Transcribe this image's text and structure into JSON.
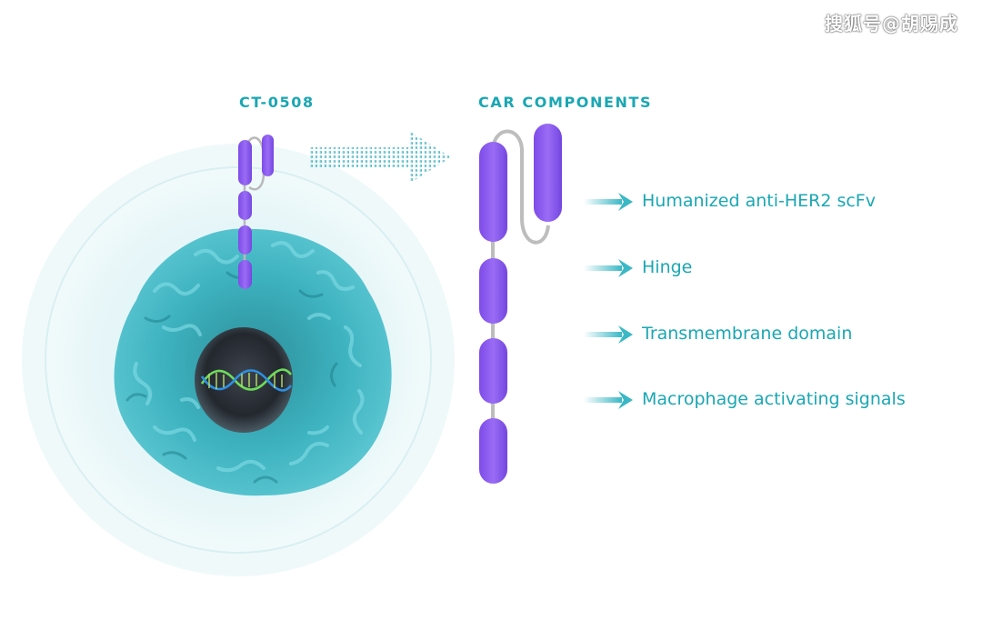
{
  "watermark": "搜狐号@胡赐成",
  "headings": {
    "product": "CT-0508",
    "components": "CAR COMPONENTS"
  },
  "components": [
    {
      "label": "Humanized anti-HER2 scFv"
    },
    {
      "label": "Hinge"
    },
    {
      "label": "Transmembrane domain"
    },
    {
      "label": "Macrophage activating signals"
    }
  ],
  "colors": {
    "accent": "#1aa7b3",
    "car_segment": "#8b5cf0",
    "linker": "#c4c4c4",
    "cell": "#3fb6c2",
    "nucleus": "#2b2f36"
  },
  "icons": [
    "arrow-right-icon",
    "dna-helix-icon"
  ]
}
